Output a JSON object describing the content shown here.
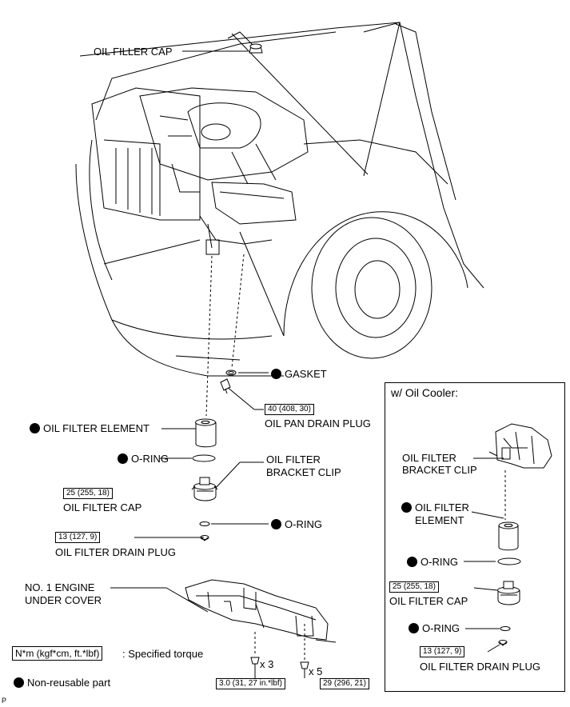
{
  "labels": {
    "oil_filler_cap": "OIL FILLER CAP",
    "gasket": "GASKET",
    "oil_pan_drain_plug": "OIL PAN DRAIN PLUG",
    "oil_filter_element": "OIL FILTER ELEMENT",
    "o_ring_1": "O-RING",
    "oil_filter_bracket_clip_1": "OIL FILTER",
    "oil_filter_bracket_clip_2": "BRACKET CLIP",
    "oil_filter_cap": "OIL FILTER CAP",
    "o_ring_2": "O-RING",
    "oil_filter_drain_plug": "OIL FILTER DRAIN PLUG",
    "under_cover_1": "NO. 1 ENGINE",
    "under_cover_2": "UNDER COVER",
    "x3": "x 3",
    "x5": "x 5",
    "corner_code": "P"
  },
  "torques": {
    "oil_pan_drain_plug": "40 (408, 30)",
    "oil_filter_cap": "25 (255, 18)",
    "oil_filter_drain_plug": "13 (127, 9)",
    "bolt_x3": "3.0 (31, 27 in.*lbf)",
    "bolt_x5": "29 (296, 21)"
  },
  "legend": {
    "unit_box": "N*m (kgf*cm, ft.*lbf)",
    "unit_text": ": Specified torque",
    "nonreusable": "Non-reusable part"
  },
  "inset": {
    "title": "w/ Oil Cooler:",
    "bracket_clip_1": "OIL FILTER",
    "bracket_clip_2": "BRACKET CLIP",
    "element_1": "OIL FILTER",
    "element_2": "ELEMENT",
    "o_ring_1": "O-RING",
    "cap_torque": "25 (255, 18)",
    "cap": "OIL FILTER CAP",
    "o_ring_2": "O-RING",
    "drain_plug_torque": "13 (127, 9)",
    "drain_plug": "OIL FILTER DRAIN PLUG"
  }
}
